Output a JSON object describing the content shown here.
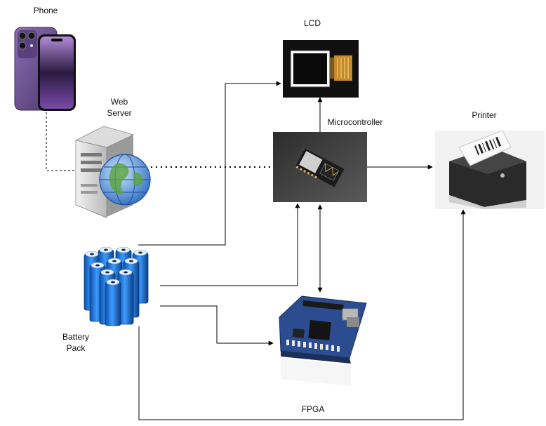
{
  "labels": {
    "phone": "Phone",
    "web_server_line1": "Web",
    "web_server_line2": "Server",
    "lcd": "LCD",
    "microcontroller": "Microcontroller",
    "printer": "Printer",
    "battery_line1": "Battery",
    "battery_line2": "Pack",
    "fpga": "FPGA"
  },
  "icons": {
    "phone": "smartphone-icon",
    "web_server": "web-server-icon",
    "lcd": "lcd-display-icon",
    "microcontroller": "microcontroller-board-icon",
    "printer": "thermal-printer-icon",
    "battery": "battery-pack-icon",
    "fpga": "fpga-board-icon"
  },
  "colors": {
    "line": "#000000",
    "phone_purple": "#6a4a8c",
    "battery_blue": "#1f6fd1",
    "fpga_blue": "#2b4d8f",
    "board_dark": "#2a2a2a"
  }
}
